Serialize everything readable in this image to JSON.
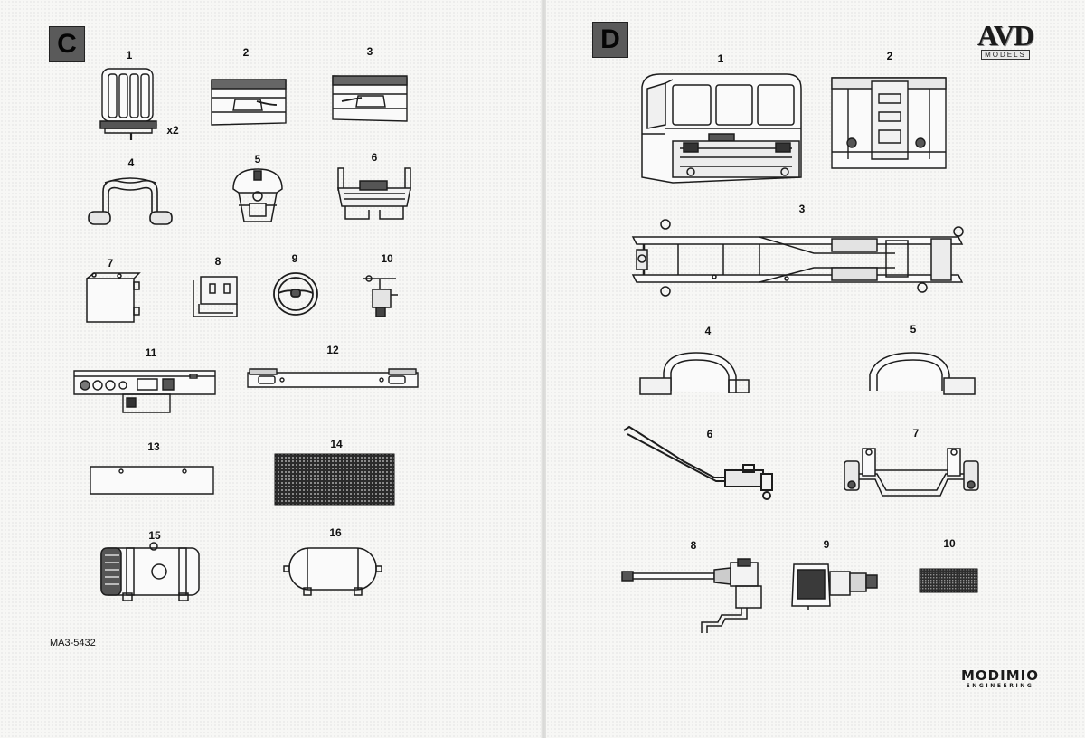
{
  "sheets": [
    {
      "letter": "C",
      "parts": [
        {
          "number": "1",
          "qty": "x2"
        },
        {
          "number": "2"
        },
        {
          "number": "3"
        },
        {
          "number": "4"
        },
        {
          "number": "5"
        },
        {
          "number": "6"
        },
        {
          "number": "7"
        },
        {
          "number": "8"
        },
        {
          "number": "9"
        },
        {
          "number": "10"
        },
        {
          "number": "11"
        },
        {
          "number": "12"
        },
        {
          "number": "13"
        },
        {
          "number": "14"
        },
        {
          "number": "15"
        },
        {
          "number": "16"
        }
      ],
      "footer": "MA3-5432"
    },
    {
      "letter": "D",
      "parts": [
        {
          "number": "1"
        },
        {
          "number": "2"
        },
        {
          "number": "3"
        },
        {
          "number": "4"
        },
        {
          "number": "5"
        },
        {
          "number": "6"
        },
        {
          "number": "7"
        },
        {
          "number": "8"
        },
        {
          "number": "9"
        },
        {
          "number": "10"
        }
      ]
    }
  ],
  "brand_logo": {
    "main": "AVD",
    "sub": "MODELS"
  },
  "maker_logo": {
    "main": "MODIMIO",
    "sub": "ENGINEERING"
  }
}
